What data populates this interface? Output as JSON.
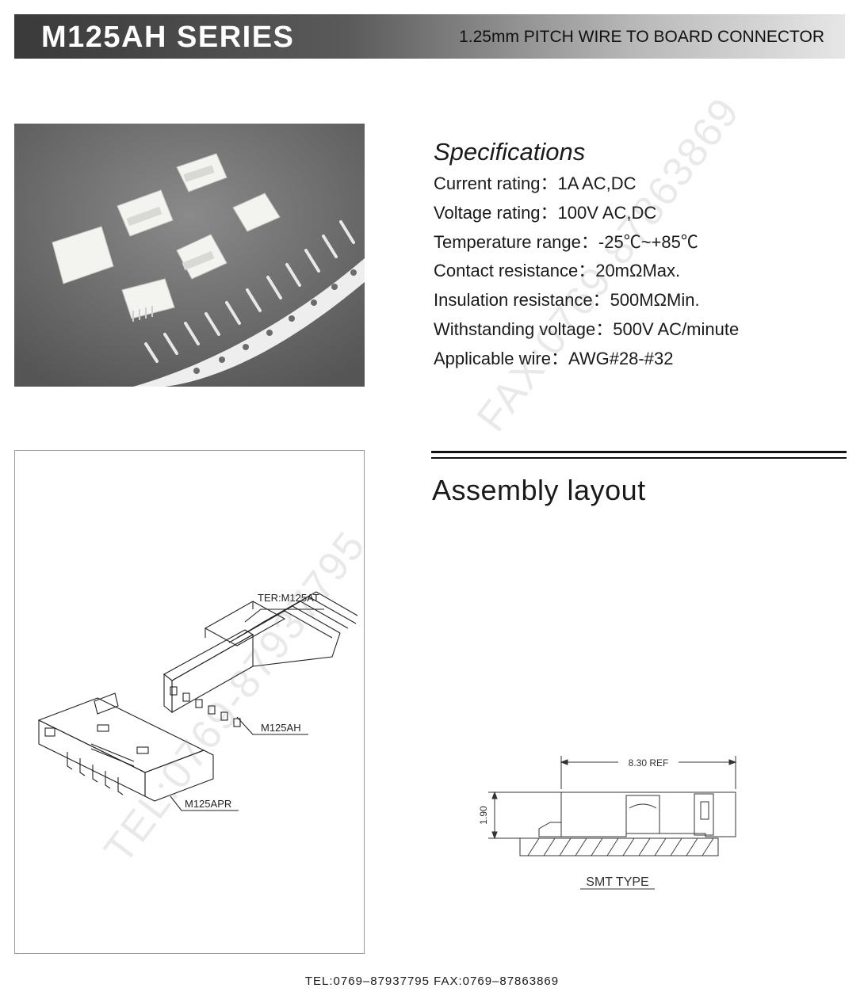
{
  "header": {
    "series": "M125AH SERIES",
    "subtitle": "1.25mm PITCH WIRE TO BOARD CONNECTOR"
  },
  "specifications": {
    "title": "Specifications",
    "rows": [
      {
        "label": "Current rating：",
        "value": "1A  AC,DC"
      },
      {
        "label": "Voltage rating：",
        "value": "100V AC,DC"
      },
      {
        "label": "Temperature range：",
        "value": "-25℃~+85℃"
      },
      {
        "label": "Contact resistance：",
        "value": "20mΩMax."
      },
      {
        "label": "Insulation resistance：",
        "value": "500MΩMin."
      },
      {
        "label": "Withstanding voltage：",
        "value": "500V AC/minute"
      },
      {
        "label": "Applicable wire：",
        "value": "AWG#28-#32"
      }
    ]
  },
  "assembly": {
    "title": "Assembly layout",
    "labels": {
      "terminal": "TER:M125AT",
      "housing": "M125AH",
      "header": "M125APR"
    }
  },
  "smt": {
    "dim_width": "8.30 REF",
    "dim_height": "1.90",
    "type_label": "SMT TYPE"
  },
  "watermarks": {
    "fax": "FAX:0769-87863869",
    "tel": "TEL:0769-87937795"
  },
  "footer": {
    "contact": "TEL:0769–87937795   FAX:0769–87863869"
  }
}
